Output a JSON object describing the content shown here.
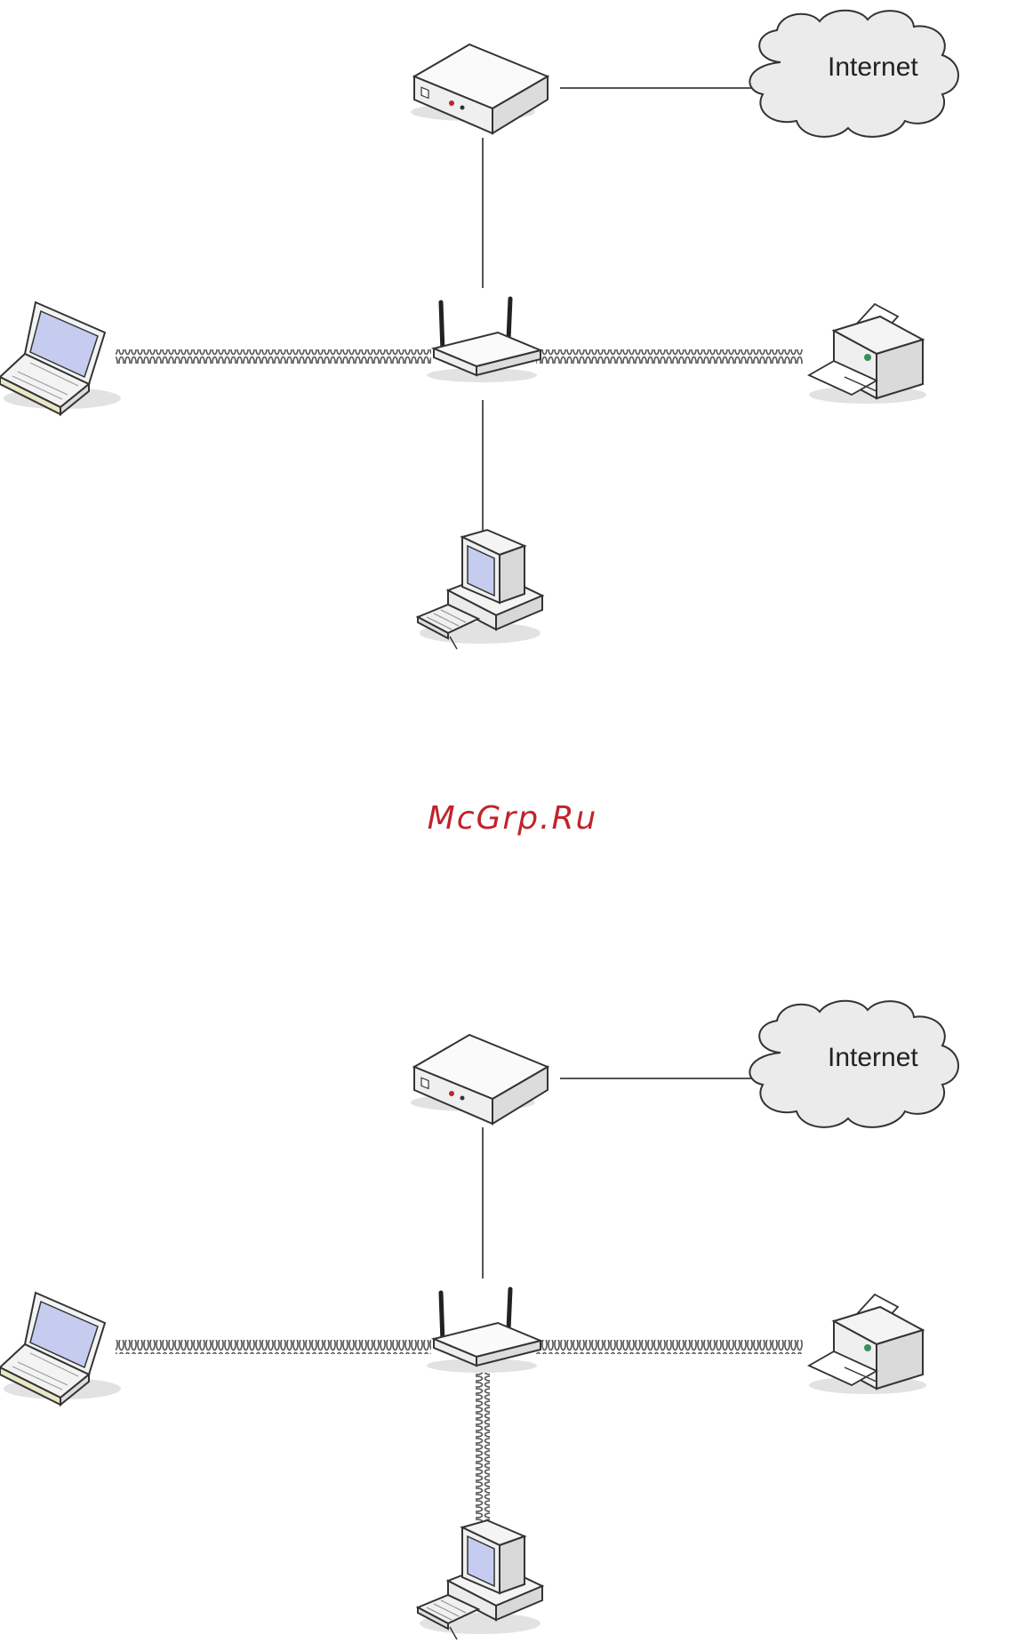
{
  "colors": {
    "line": "#555555",
    "device_body": "#f4f4f4",
    "device_outline": "#333333",
    "screen": "#c6ccef",
    "shadow": "#d8d8d8",
    "watermark": "#c0242b"
  },
  "diagrams": [
    {
      "cloud_label": "Internet",
      "nodes": [
        "modem",
        "cloud",
        "router",
        "laptop",
        "printer",
        "desktop"
      ],
      "links": [
        {
          "from": "modem",
          "to": "cloud",
          "kind": "wired"
        },
        {
          "from": "modem",
          "to": "router",
          "kind": "wired"
        },
        {
          "from": "router",
          "to": "laptop",
          "kind": "wireless"
        },
        {
          "from": "router",
          "to": "printer",
          "kind": "wireless"
        },
        {
          "from": "router",
          "to": "desktop",
          "kind": "wired"
        }
      ]
    },
    {
      "cloud_label": "Internet",
      "nodes": [
        "modem",
        "cloud",
        "router",
        "laptop",
        "printer",
        "desktop"
      ],
      "links": [
        {
          "from": "modem",
          "to": "cloud",
          "kind": "wired"
        },
        {
          "from": "modem",
          "to": "router",
          "kind": "wired"
        },
        {
          "from": "router",
          "to": "laptop",
          "kind": "wireless"
        },
        {
          "from": "router",
          "to": "printer",
          "kind": "wireless"
        },
        {
          "from": "router",
          "to": "desktop",
          "kind": "wireless"
        }
      ]
    }
  ],
  "watermark": "McGrp.Ru"
}
